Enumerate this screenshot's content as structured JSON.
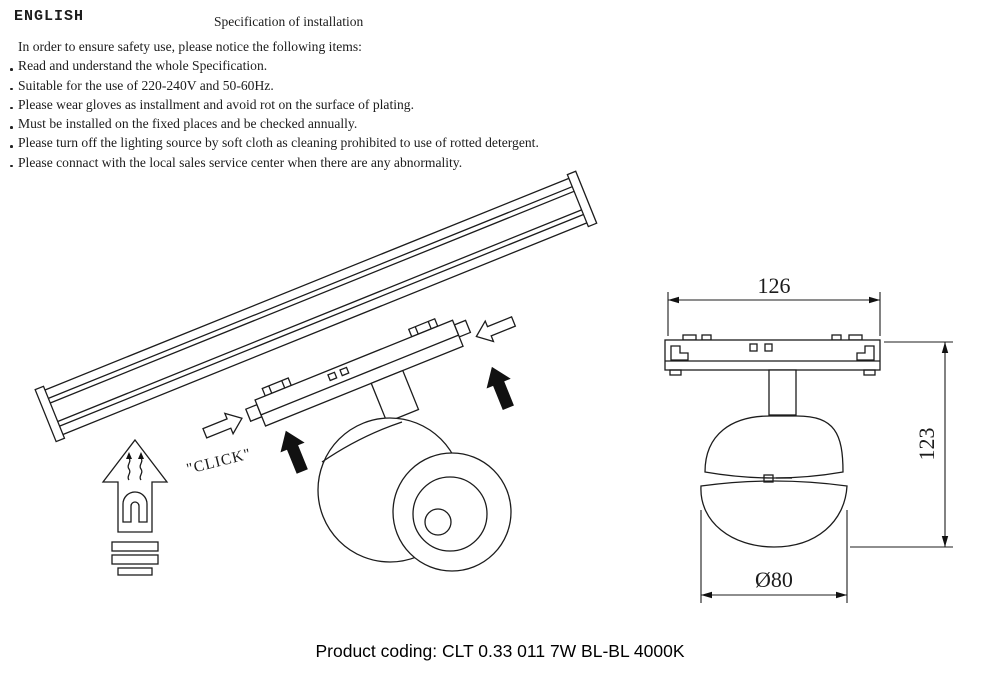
{
  "header": {
    "language": "ENGLISH",
    "title": "Specification of installation"
  },
  "instructions": {
    "intro": "In order to ensure safety use, please notice the following items:",
    "items": [
      "Read and understand the whole Specification.",
      "Suitable for the use of 220-240V and 50-60Hz.",
      "Please wear gloves as installment and avoid rot on the surface of plating.",
      "Must be installed on the fixed places and be checked annually.",
      "Please turn off the lighting source by soft cloth as cleaning prohibited to use of rotted detergent.",
      "Please connact with the local sales service center when there are any abnormality."
    ]
  },
  "diagram": {
    "click_label": "\"CLICK\"",
    "dimensions": {
      "width": "126",
      "height": "123",
      "diameter": "Ø80"
    }
  },
  "footer": {
    "product_coding": "Product coding: CLT 0.33 011 7W BL-BL 4000K"
  }
}
